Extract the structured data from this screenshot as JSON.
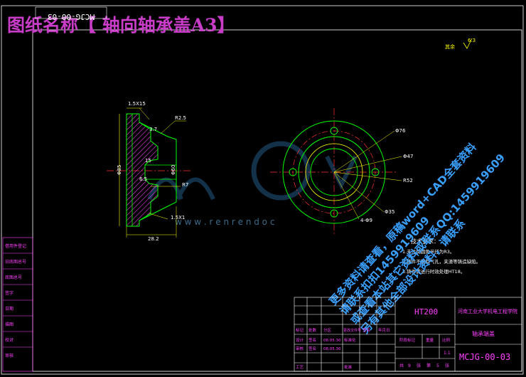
{
  "title_banner": "图纸名称【 轴向轴承盖A3】",
  "stamp_code": "MCJG-00-03",
  "roughness_mark": "6.3",
  "watermark": {
    "url_text": "w w w . r e n r e n d o c",
    "promo_lines": [
      "更多资料请查看，原稿word+CAD全套资料",
      "请联系扣扣1459919609",
      "或查看本站其它资料或联系QQ:1459919609",
      "另有其他全部设计资料，请联系"
    ]
  },
  "dimensions": {
    "chamfer_top": "1.5X15",
    "r25": "R2.5",
    "angle_37": "3.7",
    "d85": "Φ85",
    "d15": "15",
    "d6": "6.5",
    "d60": "Φ60",
    "r7": "R7",
    "chamfer_bottom": "1.5X1",
    "len_282": "28.2",
    "d76": "Φ76",
    "d47": "Φ47",
    "r52": "R52",
    "d35": "Φ35",
    "hole": "4-Φ9"
  },
  "tech_requirements": {
    "heading": "技术要求：",
    "items": [
      "1.未注倒圆角半径为R3。",
      "2.铸件不得有气孔，夹渣等铸造缺陷。",
      "3.铸件需进行时效处理HT18。"
    ]
  },
  "left_strip": [
    "借用件登记",
    "旧底图总号",
    "底图总号",
    "签字",
    "日期",
    "描图",
    "校对",
    "审核"
  ],
  "title_block": {
    "material": "HT200",
    "company": "河南工业大学机电工程学院",
    "part_name": "轴承端盖",
    "drawing_no": "MCJG-00-03",
    "headers": [
      "标记",
      "处数",
      "分区",
      "更改文件号",
      "签名",
      "年月日"
    ],
    "row_design": [
      "设计",
      "签名",
      "08.05.30",
      "标准化"
    ],
    "row_check": [
      "审核",
      "签名",
      "08.05.30"
    ],
    "row_process": [
      "工艺",
      "批准"
    ],
    "stage_labels": [
      "阶段标记",
      "重量",
      "比例"
    ],
    "scale": "1:1",
    "sheet_text": [
      "共",
      "9",
      "张",
      "第",
      "5",
      "张"
    ]
  }
}
